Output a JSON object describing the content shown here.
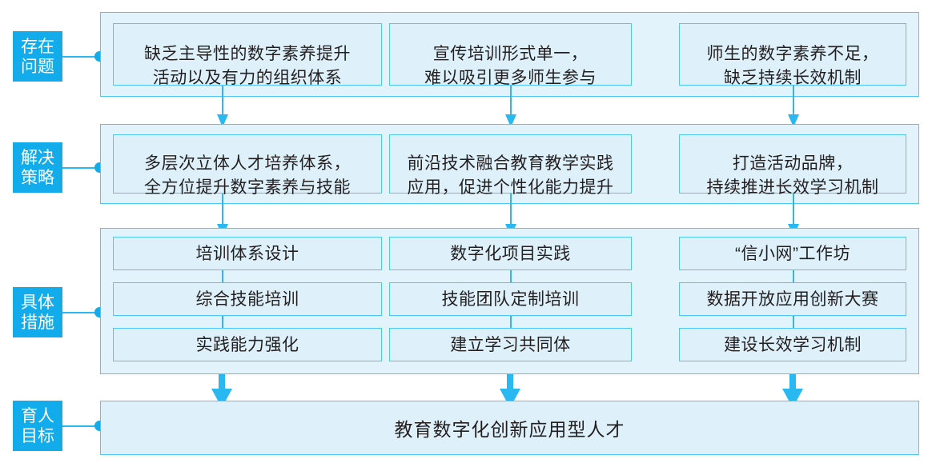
{
  "meta": {
    "title": "教育数字化创新应用型人才培养流程图",
    "accent_blue": "#12ABEC",
    "border_cyan": "#4DC8F5",
    "panel_fill": "#E2F3FB",
    "box_fill": "#DEF1FB",
    "arrow_color": "#29B8F0",
    "text_color": "#231F20"
  },
  "rows": [
    {
      "id": "problems",
      "tab": {
        "line1": "存在",
        "line2": "问题"
      },
      "boxes": [
        {
          "line1": "缺乏主导性的数字素养提升",
          "line2": "活动以及有力的组织体系"
        },
        {
          "line1": "宣传培训形式单一，",
          "line2": "难以吸引更多师生参与"
        },
        {
          "line1": "师生的数字素养不足，",
          "line2": "缺乏持续长效机制"
        }
      ]
    },
    {
      "id": "strategies",
      "tab": {
        "line1": "解决",
        "line2": "策略"
      },
      "boxes": [
        {
          "line1": "多层次立体人才培养体系，",
          "line2": "全方位提升数字素养与技能"
        },
        {
          "line1": "前沿技术融合教育教学实践",
          "line2": "应用，促进个性化能力提升"
        },
        {
          "line1": "打造活动品牌，",
          "line2": "持续推进长效学习机制"
        }
      ]
    },
    {
      "id": "measures",
      "tab": {
        "line1": "具体",
        "line2": "措施"
      },
      "columns": [
        {
          "items": [
            "培训体系设计",
            "综合技能培训",
            "实践能力强化"
          ]
        },
        {
          "items": [
            "数字化项目实践",
            "技能团队定制培训",
            "建立学习共同体"
          ]
        },
        {
          "items": [
            "“信小网”工作坊",
            "数据开放应用创新大赛",
            "建设长效学习机制"
          ]
        }
      ]
    },
    {
      "id": "goal",
      "tab": {
        "line1": "育人",
        "line2": "目标"
      },
      "goal_text": "教育数字化创新应用型人才"
    }
  ]
}
